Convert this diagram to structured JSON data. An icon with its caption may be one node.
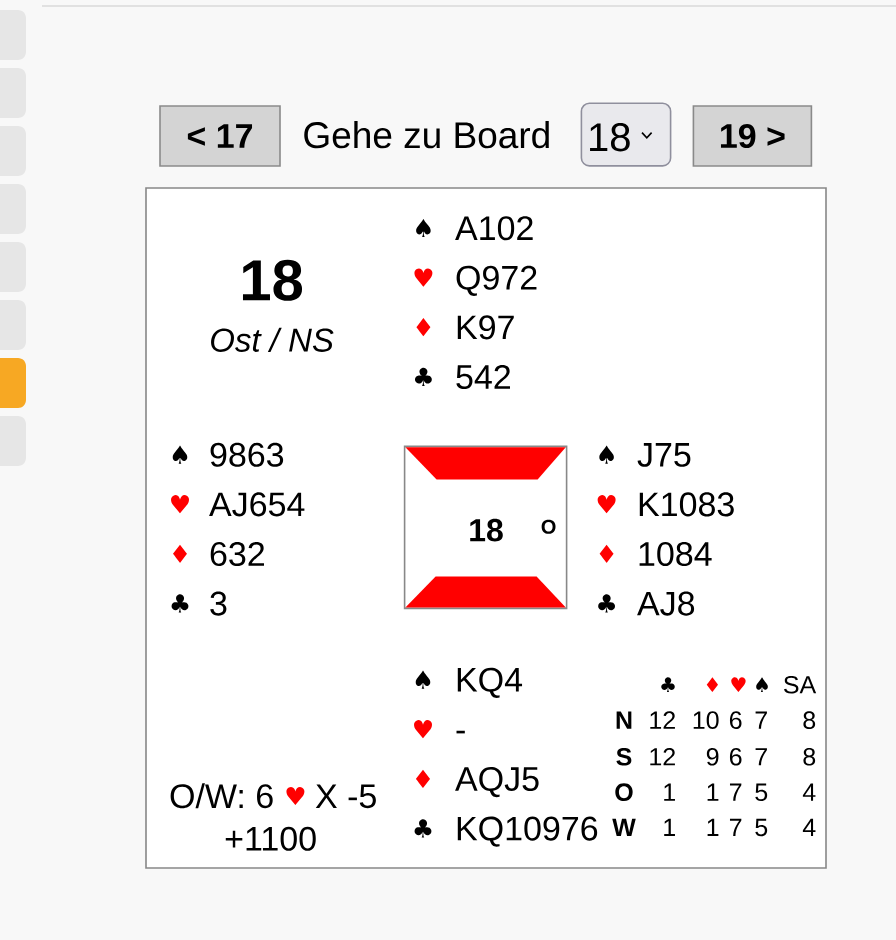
{
  "diagram": {
    "nodes": [
      {
        "text": [
          "< 17"
        ]
      },
      {
        "text": [
          "18"
        ]
      },
      {
        "text": [
          "19 >"
        ]
      },
      {
        "text": [],
        "shape": "box"
      },
      {
        "text": [
          "18",
          "O"
        ],
        "in": 3
      }
    ],
    "labels": [
      "Gehe zu Board",
      "18",
      "Ost / NS",
      "♠",
      "A102",
      "♥",
      "Q972",
      "♦",
      "K97",
      "♣",
      "542",
      "♠",
      "9863",
      "♥",
      "AJ654",
      "♦",
      "632",
      "♣",
      "3",
      "♠",
      "J75",
      "♥",
      "K1083",
      "♦",
      "1084",
      "♣",
      "AJ8",
      "♠",
      "KQ4",
      "♥",
      "-",
      "♦",
      "AQJ5",
      "♣",
      "KQ10976",
      "♣",
      "♦",
      "♥",
      "♠",
      "SA",
      "N",
      "12",
      "10",
      "6",
      "7",
      "8",
      "S",
      "12",
      "9",
      "6",
      "7",
      "8",
      "O",
      "1",
      "1",
      "7",
      "5",
      "4",
      "W",
      "1",
      "1",
      "7",
      "5",
      "4",
      "O/W: 6",
      "♥",
      "X -5",
      "+1100"
    ]
  }
}
